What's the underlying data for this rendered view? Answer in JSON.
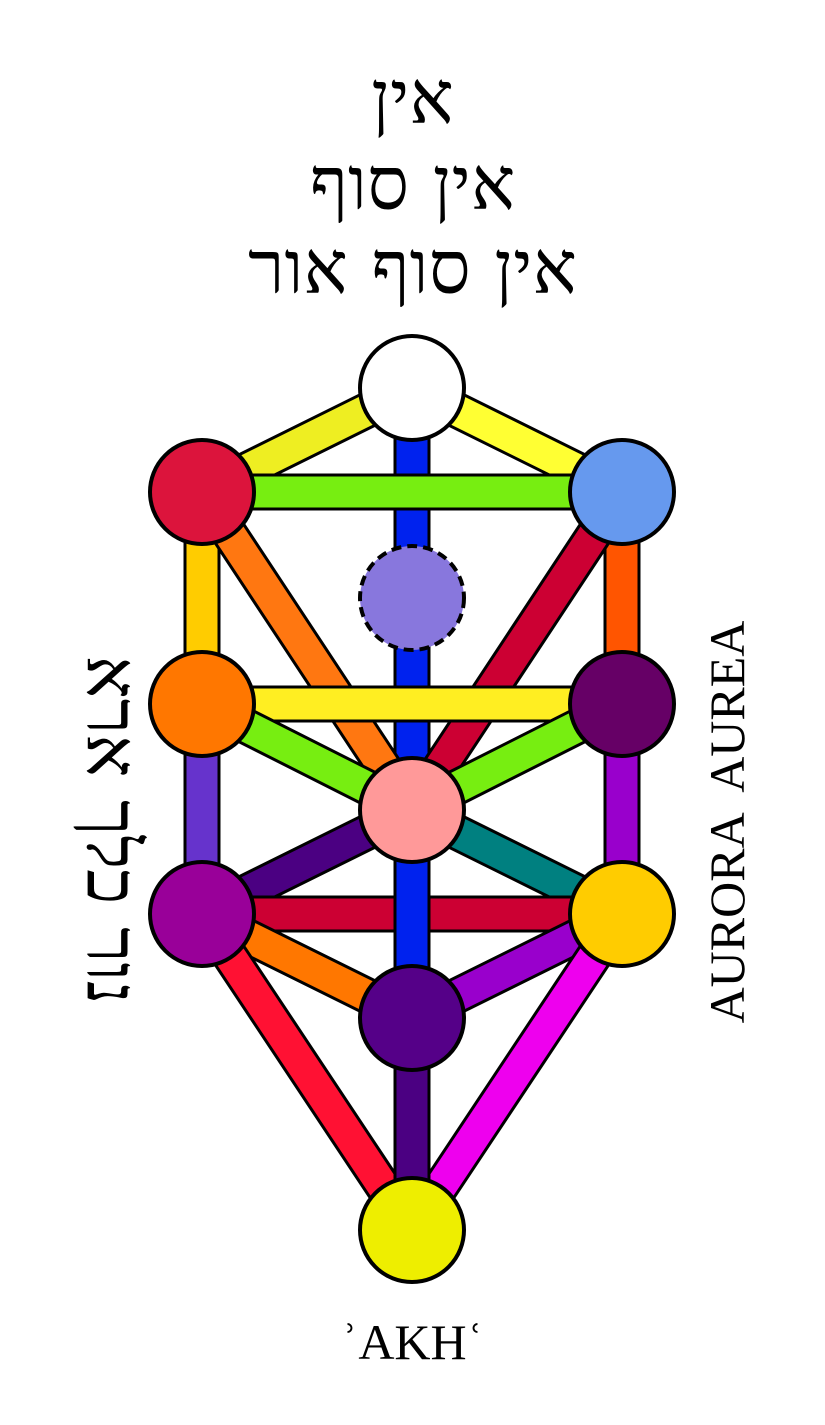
{
  "header": {
    "line1": "אין",
    "line2": "אין סוף",
    "line3": "אין סוף אור"
  },
  "left_text": "נור כלך ארא",
  "right_text": "AURORA  AUREA",
  "bottom_label": "ʾAKHʿ",
  "sefirot": [
    {
      "id": "keter",
      "color": "#ffffff",
      "dashed": false
    },
    {
      "id": "chokhmah",
      "color": "#6699ee",
      "dashed": false
    },
    {
      "id": "binah",
      "color": "#dc143c",
      "dashed": false
    },
    {
      "id": "daat",
      "color": "#8877dd",
      "dashed": true
    },
    {
      "id": "chesed",
      "color": "#660066",
      "dashed": false
    },
    {
      "id": "gevurah",
      "color": "#ff7700",
      "dashed": false
    },
    {
      "id": "tiferet",
      "color": "#ff9999",
      "dashed": false
    },
    {
      "id": "netzach",
      "color": "#ffcc00",
      "dashed": false
    },
    {
      "id": "hod",
      "color": "#990099",
      "dashed": false
    },
    {
      "id": "yesod",
      "color": "#550088",
      "dashed": false
    },
    {
      "id": "malkuth",
      "color": "#eeee00",
      "dashed": false
    }
  ],
  "paths": [
    {
      "from": "keter",
      "to": "binah",
      "color": "#eeee22"
    },
    {
      "from": "keter",
      "to": "chokhmah",
      "color": "#ffff33"
    },
    {
      "from": "keter",
      "to": "tiferet",
      "color": "#0022ee"
    },
    {
      "from": "binah",
      "to": "chokhmah",
      "color": "#77ee11"
    },
    {
      "from": "binah",
      "to": "gevurah",
      "color": "#ffcc00"
    },
    {
      "from": "binah",
      "to": "tiferet",
      "color": "#ff7711"
    },
    {
      "from": "chokhmah",
      "to": "chesed",
      "color": "#ff5500"
    },
    {
      "from": "chokhmah",
      "to": "tiferet",
      "color": "#cc0033"
    },
    {
      "from": "gevurah",
      "to": "chesed",
      "color": "#ffee22"
    },
    {
      "from": "gevurah",
      "to": "tiferet",
      "color": "#77ee11"
    },
    {
      "from": "chesed",
      "to": "tiferet",
      "color": "#77ee11"
    },
    {
      "from": "gevurah",
      "to": "hod",
      "color": "#6633cc"
    },
    {
      "from": "chesed",
      "to": "netzach",
      "color": "#9900cc"
    },
    {
      "from": "hod",
      "to": "tiferet",
      "color": "#4b0082"
    },
    {
      "from": "netzach",
      "to": "tiferet",
      "color": "#008080"
    },
    {
      "from": "hod",
      "to": "netzach",
      "color": "#cc0033"
    },
    {
      "from": "tiferet",
      "to": "yesod",
      "color": "#0022ee"
    },
    {
      "from": "hod",
      "to": "yesod",
      "color": "#ff7700"
    },
    {
      "from": "netzach",
      "to": "yesod",
      "color": "#9900cc"
    },
    {
      "from": "hod",
      "to": "malkuth",
      "color": "#ff1133"
    },
    {
      "from": "netzach",
      "to": "malkuth",
      "color": "#ee00ee"
    },
    {
      "from": "yesod",
      "to": "malkuth",
      "color": "#4b0082"
    }
  ]
}
